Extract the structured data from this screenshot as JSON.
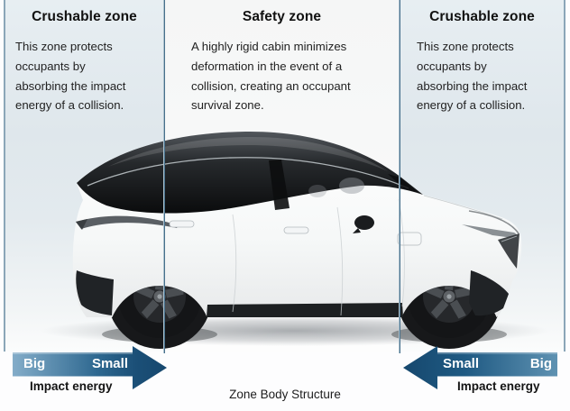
{
  "zones": [
    {
      "id": "crushable-zone-left",
      "title": "Crushable zone",
      "description": "This zone protects\noccupants by\nabsorbing the impact\nenergy of a collision."
    },
    {
      "id": "safety-zone",
      "title": "Safety zone",
      "description": "A highly rigid cabin minimizes\ndeformation in the event of a\ncollision, creating an occupant\nsurvival zone."
    },
    {
      "id": "crushable-zone-right",
      "title": "Crushable zone",
      "description": "This zone protects\noccupants by\nabsorbing the impact\nenergy of a collision."
    }
  ],
  "impact_arrows": {
    "left": {
      "direction": "right",
      "start_label": "Big",
      "end_label": "Small",
      "caption": "Impact energy"
    },
    "right": {
      "direction": "left",
      "start_label": "Small",
      "end_label": "Big",
      "caption": "Impact energy"
    }
  },
  "figure": {
    "caption": "Zone Body Structure",
    "illustration": "white-suv-side-view"
  },
  "colors": {
    "arrow_dark": "#1b4f77",
    "arrow_light": "#84adc9",
    "divider": "#47708c",
    "frame_border": "#8ba6b8",
    "side_zone_bg": "#e2eaef",
    "center_zone_bg": "#f6f7f7"
  }
}
